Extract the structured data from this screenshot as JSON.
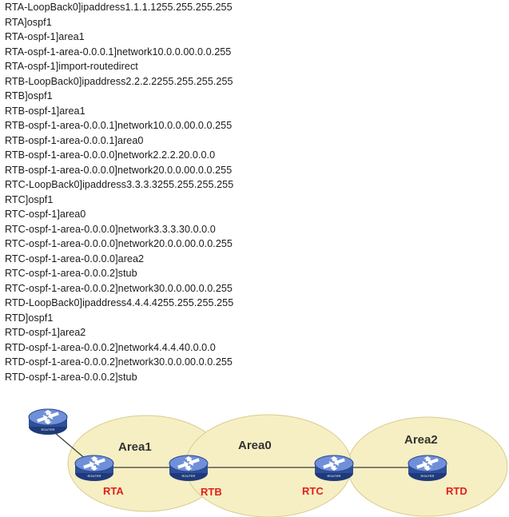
{
  "config_lines": [
    "RTA-LoopBack0]ipaddress1.1.1.1255.255.255.255",
    "RTA]ospf1",
    "RTA-ospf-1]area1",
    "RTA-ospf-1-area-0.0.0.1]network10.0.0.00.0.0.255",
    "RTA-ospf-1]import-routedirect",
    "RTB-LoopBack0]ipaddress2.2.2.2255.255.255.255",
    "RTB]ospf1",
    "RTB-ospf-1]area1",
    "RTB-ospf-1-area-0.0.0.1]network10.0.0.00.0.0.255",
    "RTB-ospf-1-area-0.0.0.1]area0",
    "RTB-ospf-1-area-0.0.0.0]network2.2.2.20.0.0.0",
    "RTB-ospf-1-area-0.0.0.0]network20.0.0.00.0.0.255",
    "RTC-LoopBack0]ipaddress3.3.3.3255.255.255.255",
    "RTC]ospf1",
    "RTC-ospf-1]area0",
    "RTC-ospf-1-area-0.0.0.0]network3.3.3.30.0.0.0",
    "RTC-ospf-1-area-0.0.0.0]network20.0.0.00.0.0.255",
    "RTC-ospf-1-area-0.0.0.0]area2",
    "RTC-ospf-1-area-0.0.0.2]stub",
    "RTC-ospf-1-area-0.0.0.2]network30.0.0.00.0.0.255",
    "RTD-LoopBack0]ipaddress4.4.4.4255.255.255.255",
    "RTD]ospf1",
    "RTD-ospf-1]area2",
    "RTD-ospf-1-area-0.0.0.2]network4.4.4.40.0.0.0",
    "RTD-ospf-1-area-0.0.0.2]network30.0.0.00.0.0.255",
    "RTD-ospf-1-area-0.0.0.2]stub"
  ],
  "diagram": {
    "areas": {
      "area1": "Area1",
      "area0": "Area0",
      "area2": "Area2"
    },
    "routers": {
      "rta": "RTA",
      "rtb": "RTB",
      "rtc": "RTC",
      "rtd": "RTD"
    },
    "router_icon_text": "ROUTER",
    "colors": {
      "area_fill": "#f6efc3",
      "area_stroke": "#d8cc8e",
      "router_body": "#2f4f9a",
      "router_top": "#5f7fcf",
      "label_red": "#e0201a",
      "label_dark": "#333333",
      "link": "#3a3a3a"
    }
  }
}
